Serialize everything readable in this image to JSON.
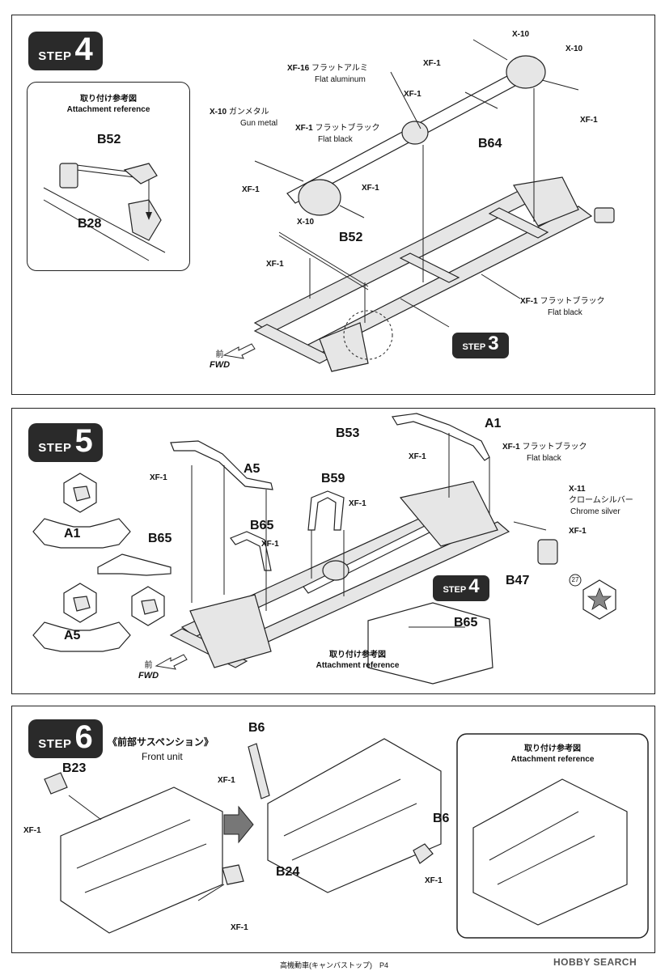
{
  "step4": {
    "step_word": "STEP",
    "step_num": "4",
    "reference": {
      "jp": "取り付け参考図",
      "en": "Attachment reference"
    },
    "ref_parts": {
      "b52": "B52",
      "b28": "B28"
    },
    "parts": {
      "b64": "B64",
      "b52": "B52"
    },
    "labels": {
      "x10_top": "X-10",
      "x10_right": "X-10",
      "xf1_top": "XF-1",
      "xf1_right": "XF-1",
      "xf16": "XF-16",
      "xf16_jp": "フラットアルミ",
      "xf16_en": "Flat aluminum",
      "xf1_mid": "XF-1",
      "x10_left": "X-10",
      "x10_left_jp": "ガンメタル",
      "x10_left_en": "Gun metal",
      "xf1_flat_black": "XF-1",
      "xf1_flat_black_jp": "フラットブラック",
      "xf1_flat_black_en": "Flat black",
      "xf1_left": "XF-1",
      "xf1_diff": "XF-1",
      "x10_bottom": "X-10",
      "xf1_rod": "XF-1",
      "xf1_frame": "XF-1",
      "xf1_frame_jp": "フラットブラック",
      "xf1_frame_en": "Flat black"
    },
    "fwd_jp": "前",
    "fwd_en": "FWD",
    "sub_step_word": "STEP",
    "sub_step_num": "3"
  },
  "step5": {
    "step_word": "STEP",
    "step_num": "5",
    "parts": {
      "a1": "A1",
      "a5": "A5",
      "b53": "B53",
      "b59": "B59",
      "b65": "B65",
      "b47": "B47",
      "b65_ref": "B65"
    },
    "side_parts": {
      "a1": "A1",
      "a5": "A5",
      "b65": "B65"
    },
    "labels": {
      "xf1_a1": "XF-1",
      "xf1_a1_jp": "フラットブラック",
      "xf1_a1_en": "Flat black",
      "xf1_b53": "XF-1",
      "xf1_a5": "XF-1",
      "xf1_b59": "XF-1",
      "xf1_b65": "XF-1",
      "x11": "X-11",
      "x11_jp": "クロームシルバー",
      "x11_en": "Chrome silver",
      "xf1_b47": "XF-1"
    },
    "circled": "27",
    "reference": {
      "jp": "取り付け参考図",
      "en": "Attachment reference"
    },
    "fwd_jp": "前",
    "fwd_en": "FWD",
    "sub_step_word": "STEP",
    "sub_step_num": "4"
  },
  "step6": {
    "step_word": "STEP",
    "step_num": "6",
    "subtitle_jp": "《前部サスペンション》",
    "subtitle_en": "Front unit",
    "parts": {
      "b23": "B23",
      "b24": "B24",
      "b6_top": "B6",
      "b6_right": "B6"
    },
    "labels": {
      "xf1_b23": "XF-1",
      "xf1_b24": "XF-1",
      "xf1_b6_top": "XF-1",
      "xf1_b6_right": "XF-1"
    },
    "reference": {
      "jp": "取り付け参考図",
      "en": "Attachment reference"
    }
  },
  "footer": {
    "text": "高機動車(キャンバストップ)　P4"
  },
  "watermark": {
    "text": "HOBBY SEARCH"
  }
}
